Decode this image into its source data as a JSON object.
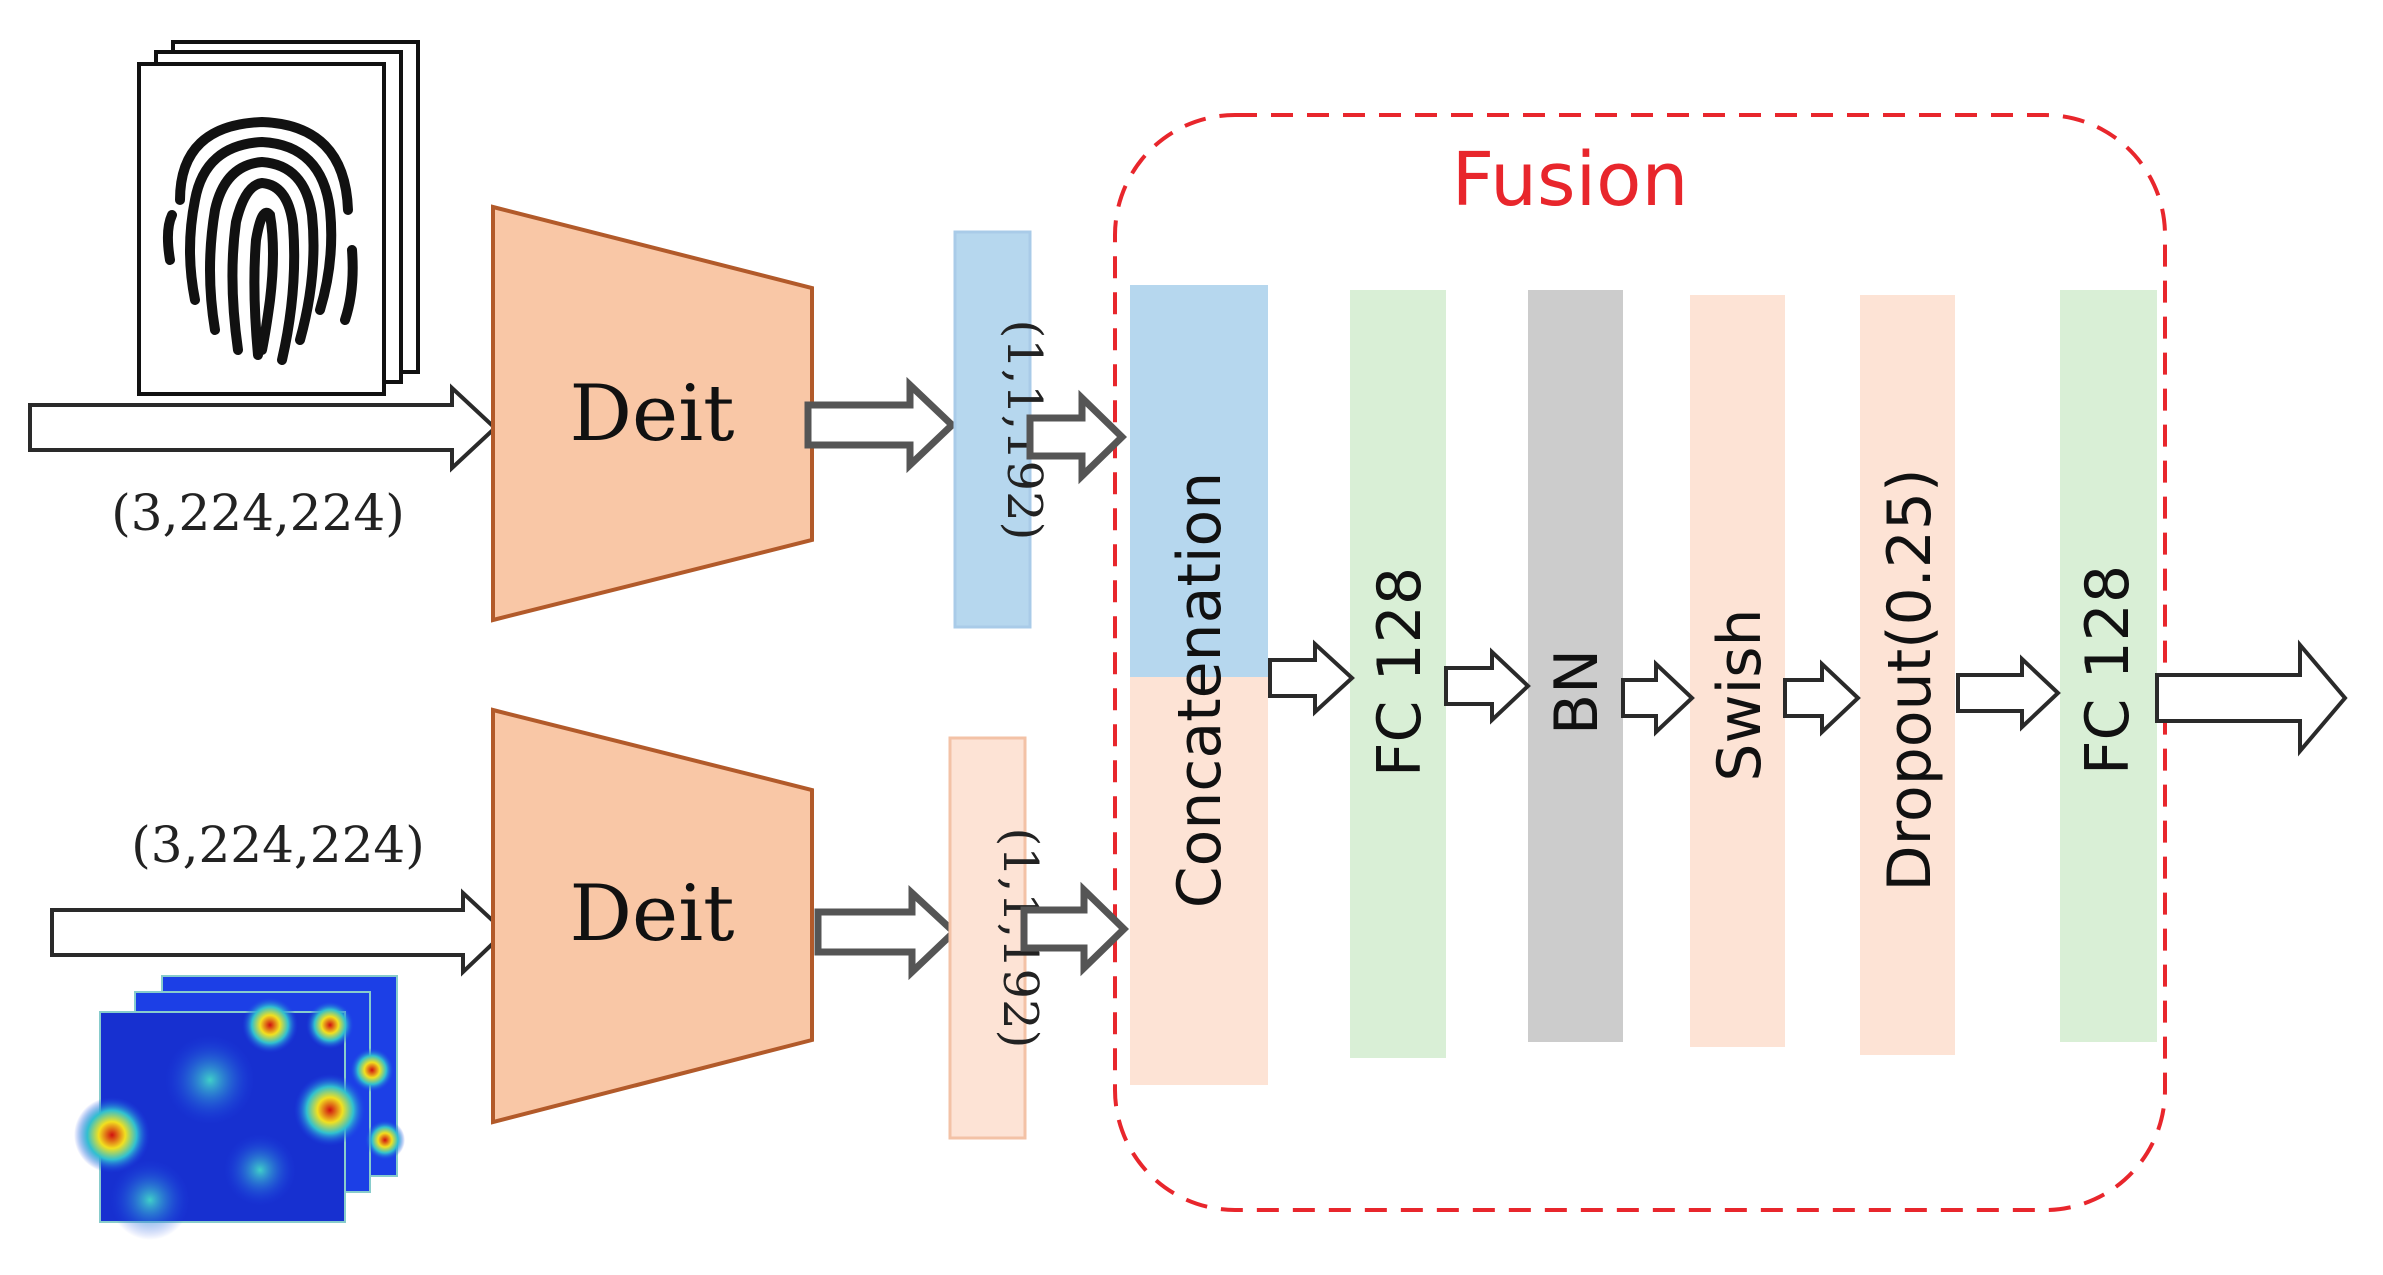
{
  "diagram": {
    "fusion_label": "Fusion",
    "top_branch": {
      "encoder_label": "Deit",
      "input_shape": "(3,224,224)",
      "feature_shape": "(1,1,192)",
      "input_icon": "fingerprint-icon"
    },
    "bottom_branch": {
      "encoder_label": "Deit",
      "input_shape": "(3,224,224)",
      "feature_shape": "(1,1,192)",
      "input_icon": "heatmap-icon"
    },
    "layers": [
      {
        "label": "Concatenation"
      },
      {
        "label": "FC 128",
        "color": "#d9efd6"
      },
      {
        "label": "BN",
        "color": "#cccccc"
      },
      {
        "label": "Swish",
        "color": "#fde3d5"
      },
      {
        "label": "Dropout(0.25)",
        "color": "#fde3d5"
      },
      {
        "label": "FC 128",
        "color": "#d9efd6"
      }
    ],
    "colors": {
      "encoder_fill": "#f9c7a6",
      "encoder_stroke": "#b25a2a",
      "blue_feature": "#b6d7ee",
      "peach_feature": "#fde3d5",
      "fusion_border": "#e8262c"
    }
  }
}
